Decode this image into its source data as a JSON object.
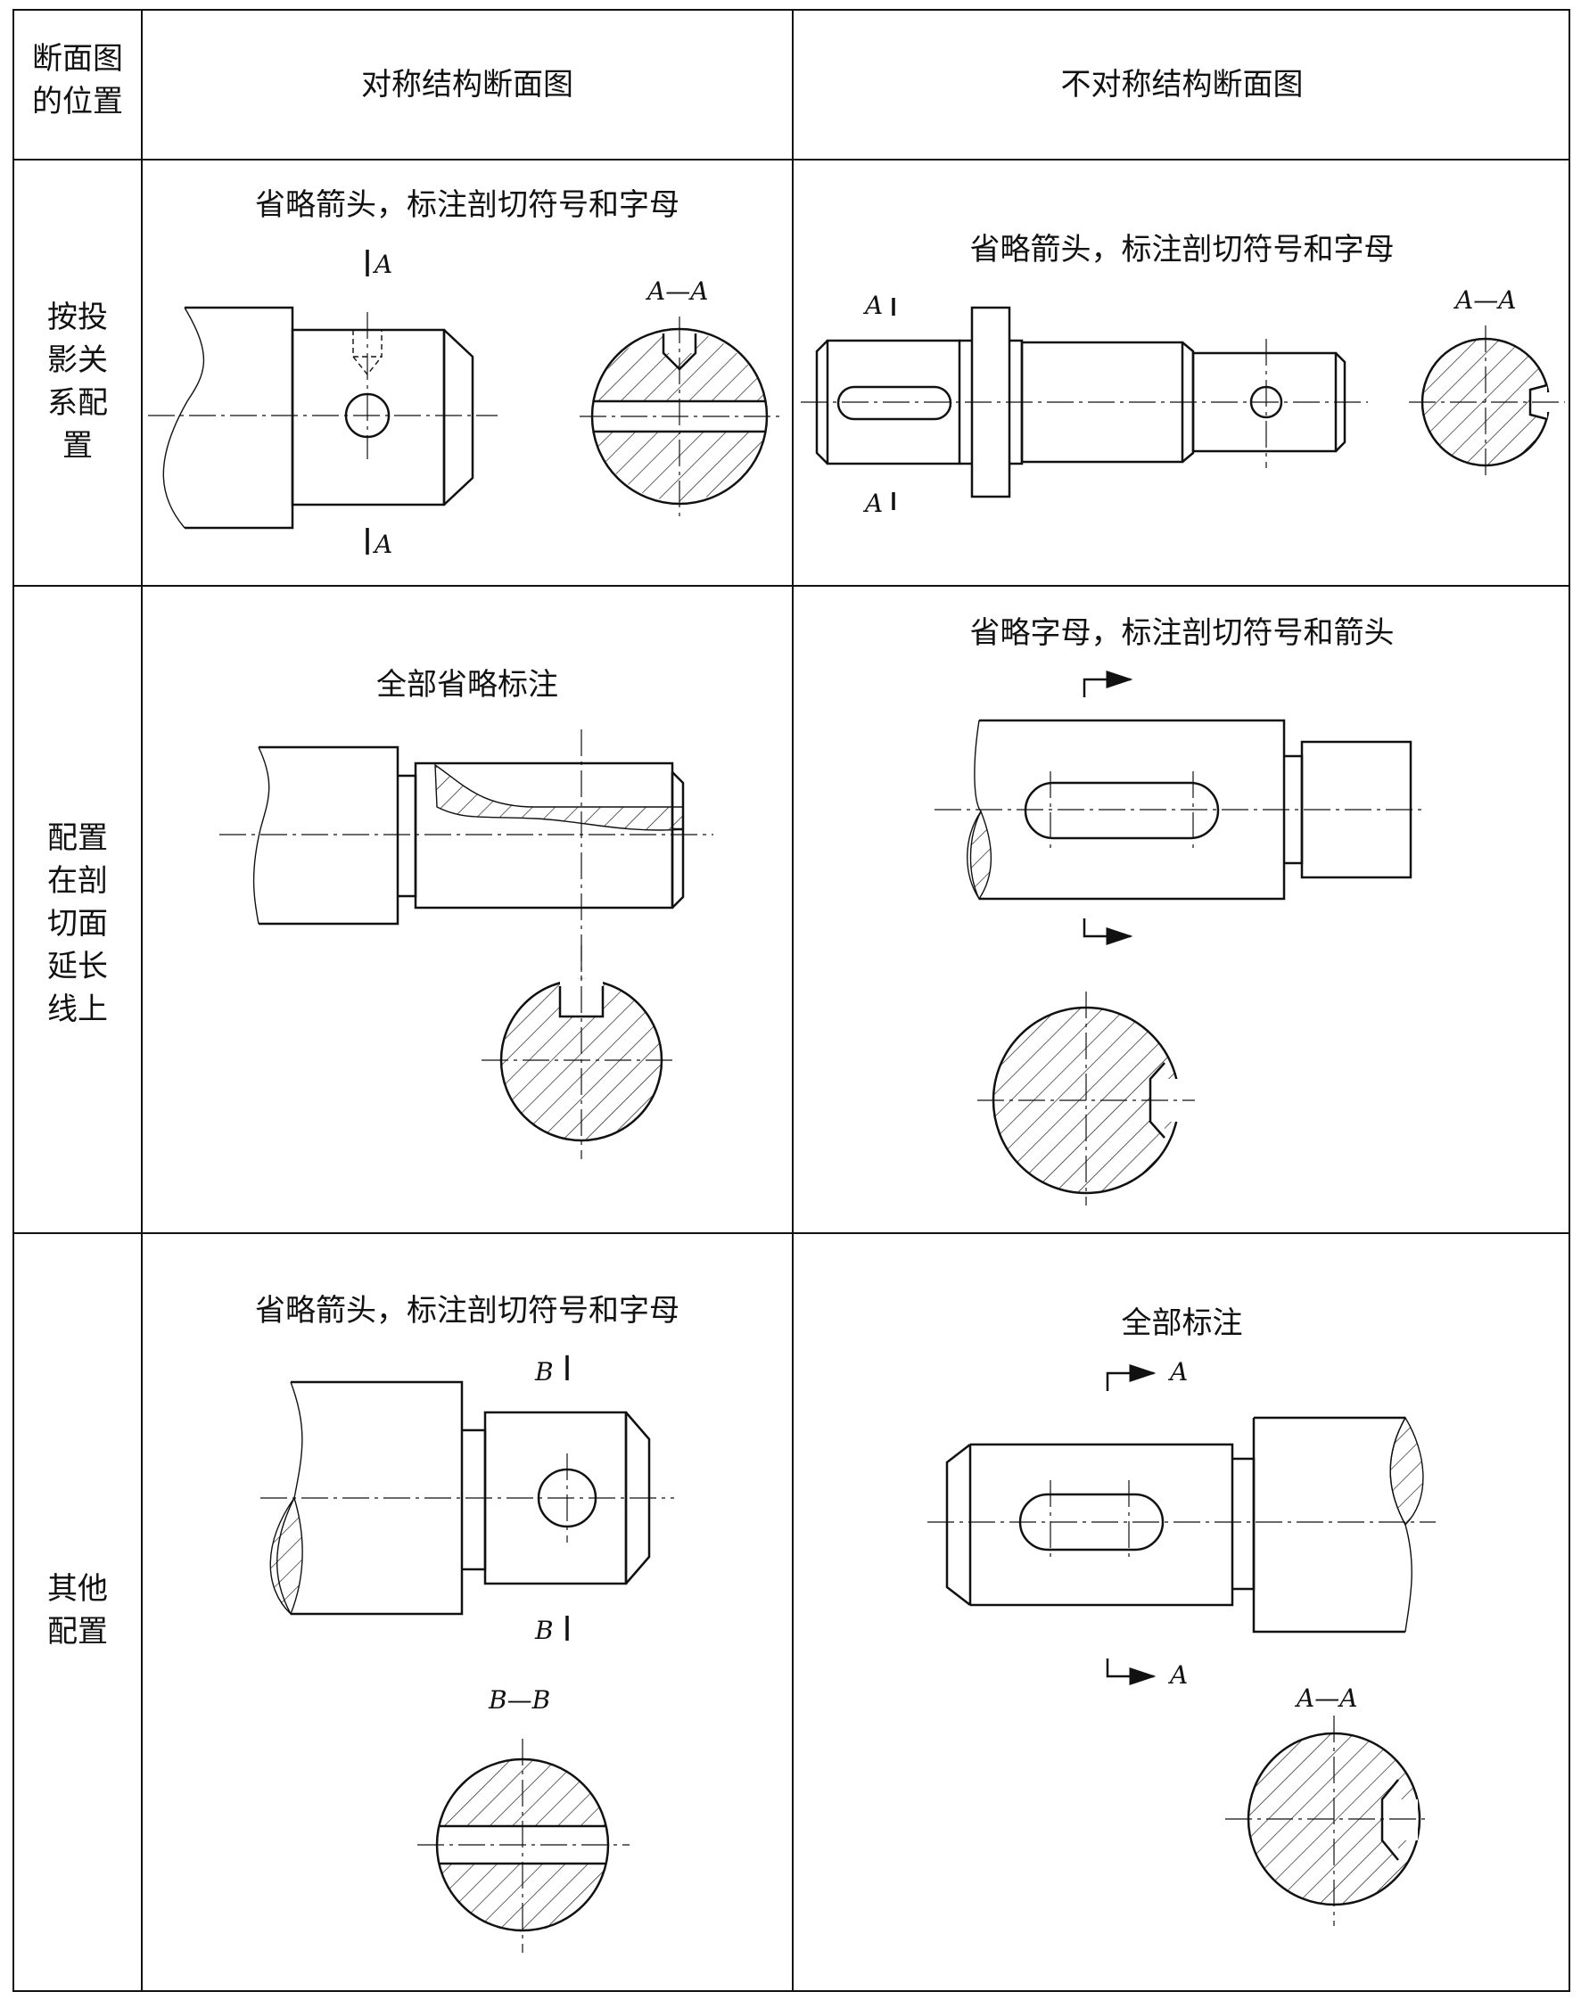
{
  "header": {
    "col_position": "断面图的位置",
    "col_symmetric": "对称结构断面图",
    "col_asymmetric": "不对称结构断面图"
  },
  "rows": [
    {
      "label": "按投影关系配置",
      "symmetric_note": "省略箭头，标注剖切符号和字母",
      "asymmetric_note": "省略箭头，标注剖切符号和字母",
      "symmetric_section_title": "A—A",
      "asymmetric_section_title": "A—A",
      "cut_letter_top": "A",
      "cut_letter_bottom": "A"
    },
    {
      "label": "配置在剖切面延长线上",
      "symmetric_note": "全部省略标注",
      "asymmetric_note": "省略字母，标注剖切符号和箭头"
    },
    {
      "label": "其他配置",
      "symmetric_note": "省略箭头，标注剖切符号和字母",
      "asymmetric_note": "全部标注",
      "symmetric_section_title": "B—B",
      "asymmetric_section_title": "A—A",
      "cut_letter_sym": "B",
      "cut_letter_asym": "A"
    }
  ]
}
